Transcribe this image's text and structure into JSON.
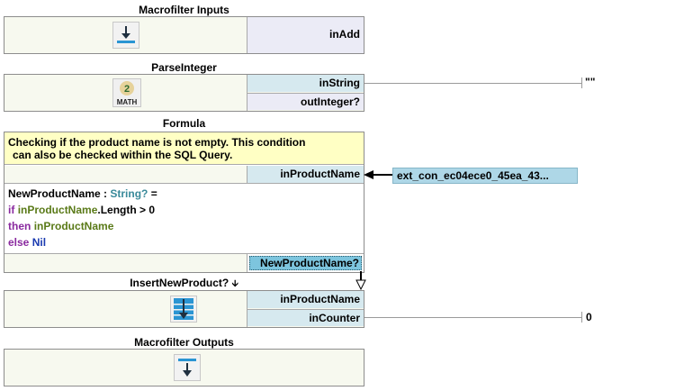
{
  "macrofilter_inputs": {
    "title": "Macrofilter Inputs",
    "ports": [
      "inAdd"
    ]
  },
  "parse_integer": {
    "title": "ParseInteger",
    "icon_label": "MATH",
    "inputs": [
      "inString"
    ],
    "outputs": [
      "outInteger?"
    ],
    "inString_value": "\"\""
  },
  "formula": {
    "title": "Formula",
    "comment": "Checking if the product name is not empty. This condition can also be checked within the SQL Query.",
    "comment_line1": "Checking if the product name is not empty. This condition",
    "comment_line2": "can also be checked within the SQL Query.",
    "input": "inProductName",
    "input_source": "ext_con_ec04ece0_45ea_43...",
    "code": {
      "l1_name": "NewProductName",
      "l1_sep": " : ",
      "l1_type": "String?",
      "l1_eq": " =",
      "l2_kw": "if",
      "l2_var": "inProductName",
      "l2_rest": ".Length > 0",
      "l3_kw": "then",
      "l3_var": "inProductName",
      "l4_kw": "else",
      "l4_nil": "Nil"
    },
    "output": "NewProductName?"
  },
  "insert_new_product": {
    "title": "InsertNewProduct?",
    "title_marker": "🡫",
    "inputs": [
      "inProductName",
      "inCounter"
    ],
    "inCounter_value": "0"
  },
  "macrofilter_outputs": {
    "title": "Macrofilter Outputs"
  },
  "colors": {
    "input_port": "#d6e9ef",
    "output_port": "#ebebf6",
    "comment_bg": "#ffffc4",
    "keyword": "#8a2a9f",
    "type": "#3a8a9a"
  }
}
